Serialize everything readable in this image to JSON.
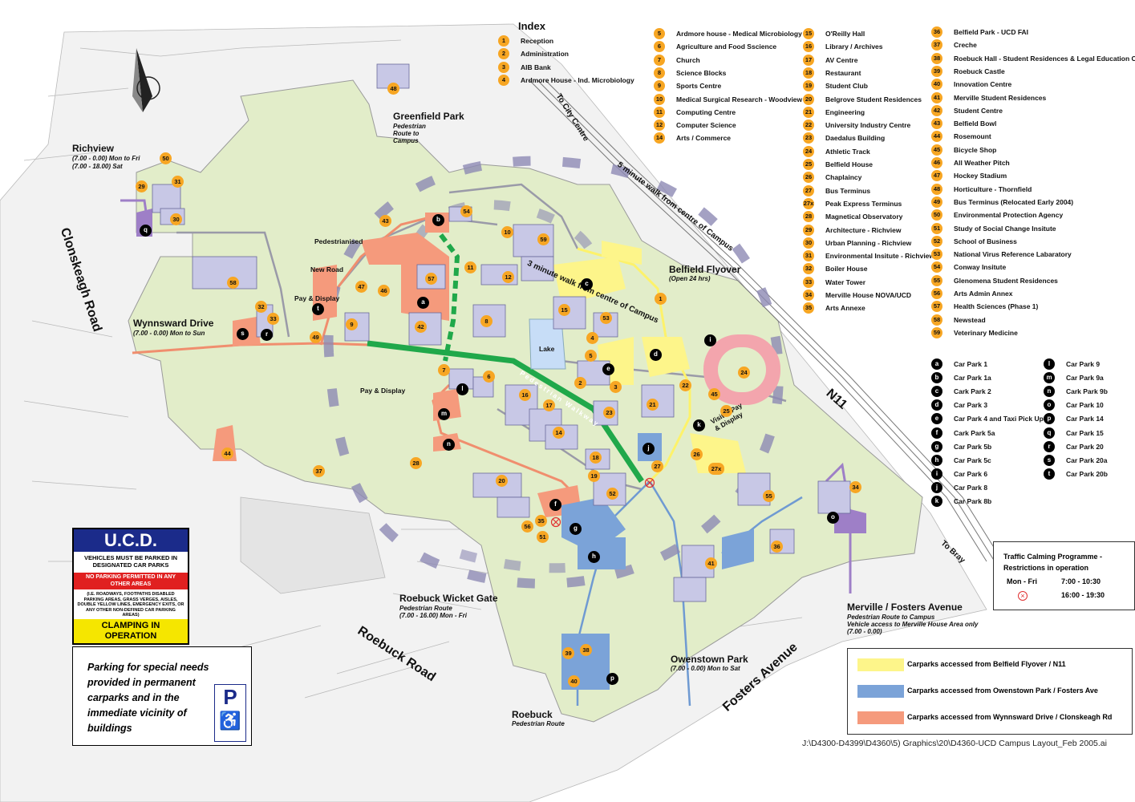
{
  "index": {
    "title": "Index",
    "column1": [
      {
        "num": "1",
        "label": "Reception"
      },
      {
        "num": "2",
        "label": "Administration"
      },
      {
        "num": "3",
        "label": "AIB Bank"
      },
      {
        "num": "4",
        "label": "Ardmore House - Ind. Microbiology"
      }
    ],
    "column2": [
      {
        "num": "5",
        "label": "Ardmore house - Medical Microbiology"
      },
      {
        "num": "6",
        "label": "Agriculture and Food Sscience"
      },
      {
        "num": "7",
        "label": "Church"
      },
      {
        "num": "8",
        "label": "Science Blocks"
      },
      {
        "num": "9",
        "label": "Sports Centre"
      },
      {
        "num": "10",
        "label": "Medical Surgical Research - Woodview"
      },
      {
        "num": "11",
        "label": "Computing Centre"
      },
      {
        "num": "12",
        "label": "Computer Science"
      },
      {
        "num": "14",
        "label": "Arts / Commerce"
      }
    ],
    "column3": [
      {
        "num": "15",
        "label": "O'Reilly Hall"
      },
      {
        "num": "16",
        "label": "Library / Archives"
      },
      {
        "num": "17",
        "label": "AV Centre"
      },
      {
        "num": "18",
        "label": "Restaurant"
      },
      {
        "num": "19",
        "label": "Student Club"
      },
      {
        "num": "20",
        "label": "Belgrove Student Residences"
      },
      {
        "num": "21",
        "label": "Engineering"
      },
      {
        "num": "22",
        "label": "University Industry Centre"
      },
      {
        "num": "23",
        "label": "Daedalus Building"
      },
      {
        "num": "24",
        "label": "Athletic Track"
      },
      {
        "num": "25",
        "label": "Belfield House"
      },
      {
        "num": "26",
        "label": "Chaplaincy"
      },
      {
        "num": "27",
        "label": "Bus Terminus"
      },
      {
        "num": "27x",
        "label": "Peak Express Terminus"
      },
      {
        "num": "28",
        "label": "Magnetical Observatory"
      },
      {
        "num": "29",
        "label": "Architecture - Richview"
      },
      {
        "num": "30",
        "label": "Urban Planning - Richview"
      },
      {
        "num": "31",
        "label": "Environmental Insitute - Richview"
      },
      {
        "num": "32",
        "label": "Boiler House"
      },
      {
        "num": "33",
        "label": "Water Tower"
      },
      {
        "num": "34",
        "label": "Merville House NOVA/UCD"
      },
      {
        "num": "35",
        "label": "Arts Annexe"
      }
    ],
    "column4": [
      {
        "num": "36",
        "label": "Belfield Park - UCD FAI"
      },
      {
        "num": "37",
        "label": "Creche"
      },
      {
        "num": "38",
        "label": "Roebuck Hall - Student Residences & Legal Education Centre"
      },
      {
        "num": "39",
        "label": "Roebuck Castle"
      },
      {
        "num": "40",
        "label": "Innovation Centre"
      },
      {
        "num": "41",
        "label": "Merville Student Residences"
      },
      {
        "num": "42",
        "label": "Student Centre"
      },
      {
        "num": "43",
        "label": "Belfield Bowl"
      },
      {
        "num": "44",
        "label": "Rosemount"
      },
      {
        "num": "45",
        "label": "Bicycle Shop"
      },
      {
        "num": "46",
        "label": "All Weather Pitch"
      },
      {
        "num": "47",
        "label": "Hockey Stadium"
      },
      {
        "num": "48",
        "label": "Horticulture - Thornfield"
      },
      {
        "num": "49",
        "label": "Bus Terminus (Relocated Early 2004)"
      },
      {
        "num": "50",
        "label": "Environmental Protection Agency"
      },
      {
        "num": "51",
        "label": "Study of Social Change Insitute"
      },
      {
        "num": "52",
        "label": "School of Business"
      },
      {
        "num": "53",
        "label": "National Virus Reference Labaratory"
      },
      {
        "num": "54",
        "label": "Conway Insitute"
      },
      {
        "num": "55",
        "label": "Glenomena Student Residences"
      },
      {
        "num": "56",
        "label": "Arts Admin Annex"
      },
      {
        "num": "57",
        "label": "Health Sciences (Phase 1)"
      },
      {
        "num": "58",
        "label": "Newstead"
      },
      {
        "num": "59",
        "label": "Veterinary Medicine"
      }
    ]
  },
  "car_parks": {
    "left": [
      {
        "id": "a",
        "label": "Car Park 1"
      },
      {
        "id": "b",
        "label": "Car Park 1a"
      },
      {
        "id": "c",
        "label": "Cark Park 2"
      },
      {
        "id": "d",
        "label": "Car Park 3"
      },
      {
        "id": "e",
        "label": "Car Park 4 and Taxi Pick Up"
      },
      {
        "id": "f",
        "label": "Cark Park 5a"
      },
      {
        "id": "g",
        "label": "Car Park 5b"
      },
      {
        "id": "h",
        "label": "Car Park 5c"
      },
      {
        "id": "i",
        "label": "Car Park 6"
      },
      {
        "id": "j",
        "label": "Car Park 8"
      },
      {
        "id": "k",
        "label": "Car Park 8b"
      }
    ],
    "right": [
      {
        "id": "l",
        "label": "Car Park 9"
      },
      {
        "id": "m",
        "label": "Car Park 9a"
      },
      {
        "id": "n",
        "label": "Cark Park 9b"
      },
      {
        "id": "o",
        "label": "Car Park 10"
      },
      {
        "id": "p",
        "label": "Car Park 14"
      },
      {
        "id": "q",
        "label": "Car Park 15"
      },
      {
        "id": "r",
        "label": "Car Park 20"
      },
      {
        "id": "s",
        "label": "Car Park 20a"
      },
      {
        "id": "t",
        "label": "Car Park 20b"
      }
    ]
  },
  "traffic": {
    "title": "Traffic Calming Programme - Restrictions in operation",
    "days": "Mon - Fri",
    "time1": "7:00 - 10:30",
    "time2": "16:00 - 19:30"
  },
  "legend": {
    "yellow": "Carparks accessed from Belfield Flyover / N11",
    "blue": "Carparks accessed from Owenstown Park / Fosters Ave",
    "salmon": "Carparks accessed from Wynnsward Drive / Clonskeagh Rd",
    "colors": {
      "yellow": "#fdf58a",
      "blue": "#7ba3d8",
      "salmon": "#f59a7c"
    }
  },
  "sign": {
    "title": "U.C.D.",
    "line1": "VEHICLES MUST BE PARKED IN DESIGNATED CAR PARKS",
    "line2": "NO PARKING PERMITTED IN ANY OTHER AREAS",
    "line3": "(I.E. ROADWAYS, FOOTPATHS DISABLED PARKING AREAS, GRASS VERGES, AISLES, DOUBLE YELLOW LINES, EMERGENCY EXITS, OR ANY OTHER NON-DEFINED CAR PARKING AREAS)",
    "line4": "CLAMPING IN OPERATION"
  },
  "special_needs": {
    "text": "Parking for special needs provided in permanent carparks and in the immediate vicinity of buildings",
    "symbol": "P"
  },
  "footer": "J:\\D4300-D4399\\D4360\\5) Graphics\\20\\D4360-UCD Campus Layout_Feb 2005.ai",
  "places": {
    "greenfield": "Greenfield Park",
    "greenfield_sub": "Pedestrian Route to Campus",
    "richview": "Richview",
    "richview_sub1": "(7.00 - 0.00) Mon to Fri",
    "richview_sub2": "(7.00 - 18.00) Sat",
    "wynnsward": "Wynnsward Drive",
    "wynnsward_sub": "(7.00 - 0.00) Mon to Sun",
    "belfield": "Belfield Flyover",
    "belfield_sub": "(Open 24 hrs)",
    "roebuck_wicket": "Roebuck Wicket Gate",
    "roebuck_wicket_sub1": "Pedestrian Route",
    "roebuck_wicket_sub2": "(7.00 - 16.00) Mon - Fri",
    "owenstown": "Owenstown Park",
    "owenstown_sub": "(7.00 - 0.00) Mon to Sat",
    "merville": "Merville / Fosters Avenue",
    "merville_sub1": "Pedestrian Route to Campus",
    "merville_sub2": "Vehicle access to Merville House Area only",
    "merville_sub3": "(7.00 - 0.00)",
    "roebuck": "Roebuck",
    "roebuck_sub": "Pedestrian Route",
    "clonskeagh": "Clonskeagh Road",
    "roebuck_road": "Roebuck Road",
    "fosters": "Fosters Avenue",
    "n11": "N11",
    "to_city": "To City Centre",
    "to_bray": "To Bray",
    "walk5": "5 minute walk from centre of Campus",
    "walk3": "3 minute walk from centre of Campus",
    "pedestrianised": "Pedestrianised",
    "new_road": "New Road",
    "pay_display1": "Pay & Display",
    "pay_display2": "Pay & Display",
    "visitor": "Visitor Pay & Display",
    "lake": "Lake",
    "walkway": "Pedestrian Walkway"
  },
  "map_numbers": [
    "48",
    "50",
    "31",
    "29",
    "30",
    "43",
    "54",
    "10",
    "59",
    "11",
    "12",
    "57",
    "47",
    "46",
    "58",
    "32",
    "33",
    "49",
    "9",
    "42",
    "8",
    "15",
    "53",
    "1",
    "4",
    "2",
    "5",
    "3",
    "7",
    "6",
    "16",
    "17",
    "14",
    "23",
    "21",
    "22",
    "24",
    "45",
    "25",
    "26",
    "27x",
    "18",
    "19",
    "52",
    "20",
    "35",
    "56",
    "51",
    "28",
    "27",
    "44",
    "37",
    "55",
    "34",
    "41",
    "36",
    "39",
    "38",
    "40"
  ],
  "map_carparks": [
    "q",
    "b",
    "a",
    "t",
    "s",
    "r",
    "c",
    "d",
    "e",
    "i",
    "l",
    "m",
    "n",
    "k",
    "j",
    "f",
    "g",
    "h",
    "o",
    "p"
  ]
}
